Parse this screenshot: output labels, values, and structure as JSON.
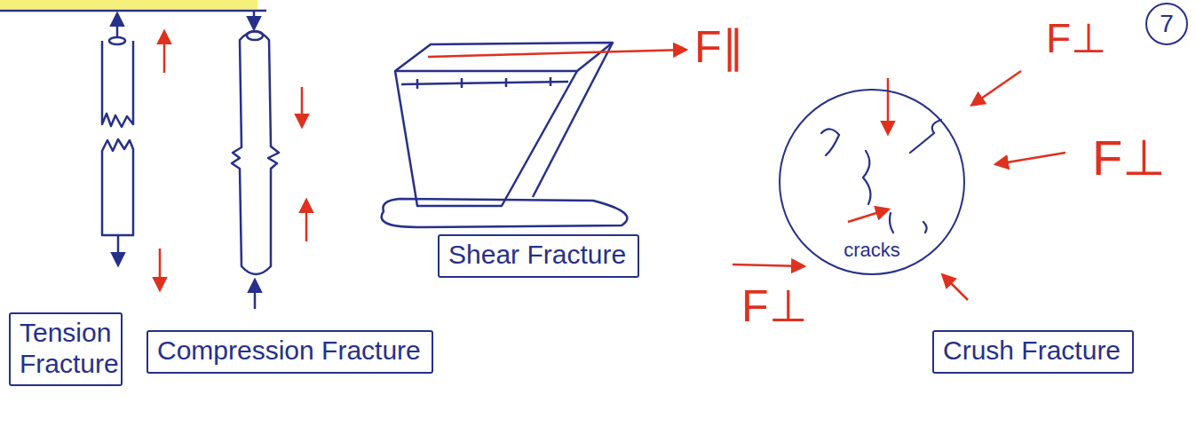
{
  "diagram": {
    "nodes": [
      {
        "text": [
          "Tension Fracture"
        ]
      },
      {
        "text": [
          "Compression Fracture"
        ]
      },
      {
        "text": [
          "Shear Fracture"
        ]
      },
      {
        "text": [
          "cracks"
        ]
      },
      {
        "text": [
          "Crush Fracture"
        ]
      },
      {
        "text": [
          "7"
        ]
      }
    ],
    "labels": [
      "F∥",
      "F⊥",
      "F⊥",
      "F⊥"
    ]
  }
}
